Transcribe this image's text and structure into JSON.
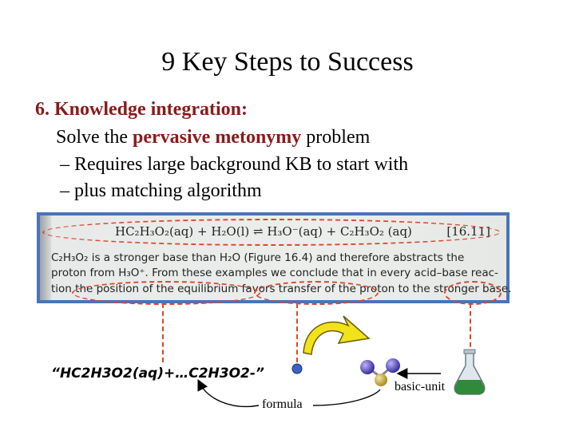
{
  "slide": {
    "title": "9 Key Steps to Success",
    "heading": "6. Knowledge integration:",
    "line1_pre": "Solve the ",
    "line1_hl": "pervasive metonymy",
    "line1_post": " problem",
    "bullets": [
      "– Requires large background KB to start with",
      "– plus matching algorithm"
    ]
  },
  "excerpt": {
    "equation": "HC₂H₃O₂(aq) + H₂O(l) ⇌ H₃O⁻(aq) + C₂H₃O₂ (aq)",
    "equation_number": "[16.11]",
    "lines": [
      "C₂H₃O₂  is a stronger base than H₂O (Figure 16.4) and therefore abstracts the",
      "proton from H₃O⁺. From these examples we conclude that in every acid–base reac-",
      "tion the position of the equilibrium favors transfer of the proton to the stronger base."
    ]
  },
  "annotations": {
    "formula_string": "“HC2H3O2(aq)+…C2H3O2-”",
    "formula_label": "formula",
    "basic_unit_label": "basic-unit"
  },
  "colors": {
    "highlight": "#8b1a1a",
    "dashed": "#d9482b",
    "frame": "#4a74b9",
    "arrow_fill": "#f2e21a"
  }
}
